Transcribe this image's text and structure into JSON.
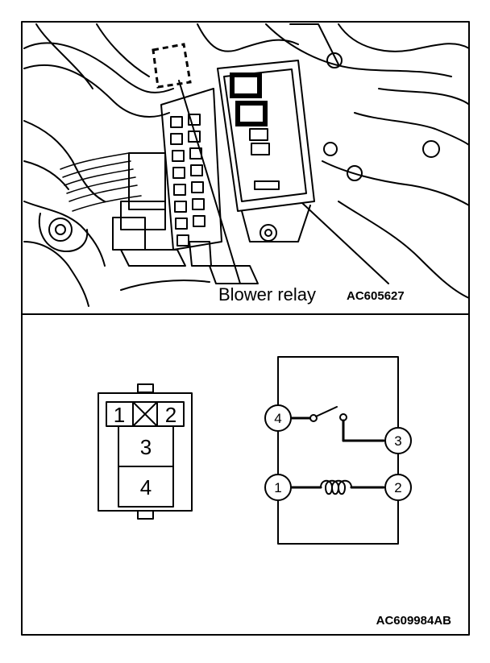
{
  "photo": {
    "callout_label": "Blower relay",
    "figure_code": "AC605627",
    "icons": [
      "dashboard-wiring-illustration",
      "relay-box",
      "dashed-location-marker"
    ]
  },
  "connector": {
    "pins": [
      "1",
      "2",
      "3",
      "4"
    ],
    "icons": [
      "relay-connector-face"
    ]
  },
  "schematic": {
    "terminals": [
      "4",
      "3",
      "1",
      "2"
    ],
    "icons": [
      "relay-switch-contact",
      "relay-coil"
    ]
  },
  "figure_code": "AC609984AB"
}
